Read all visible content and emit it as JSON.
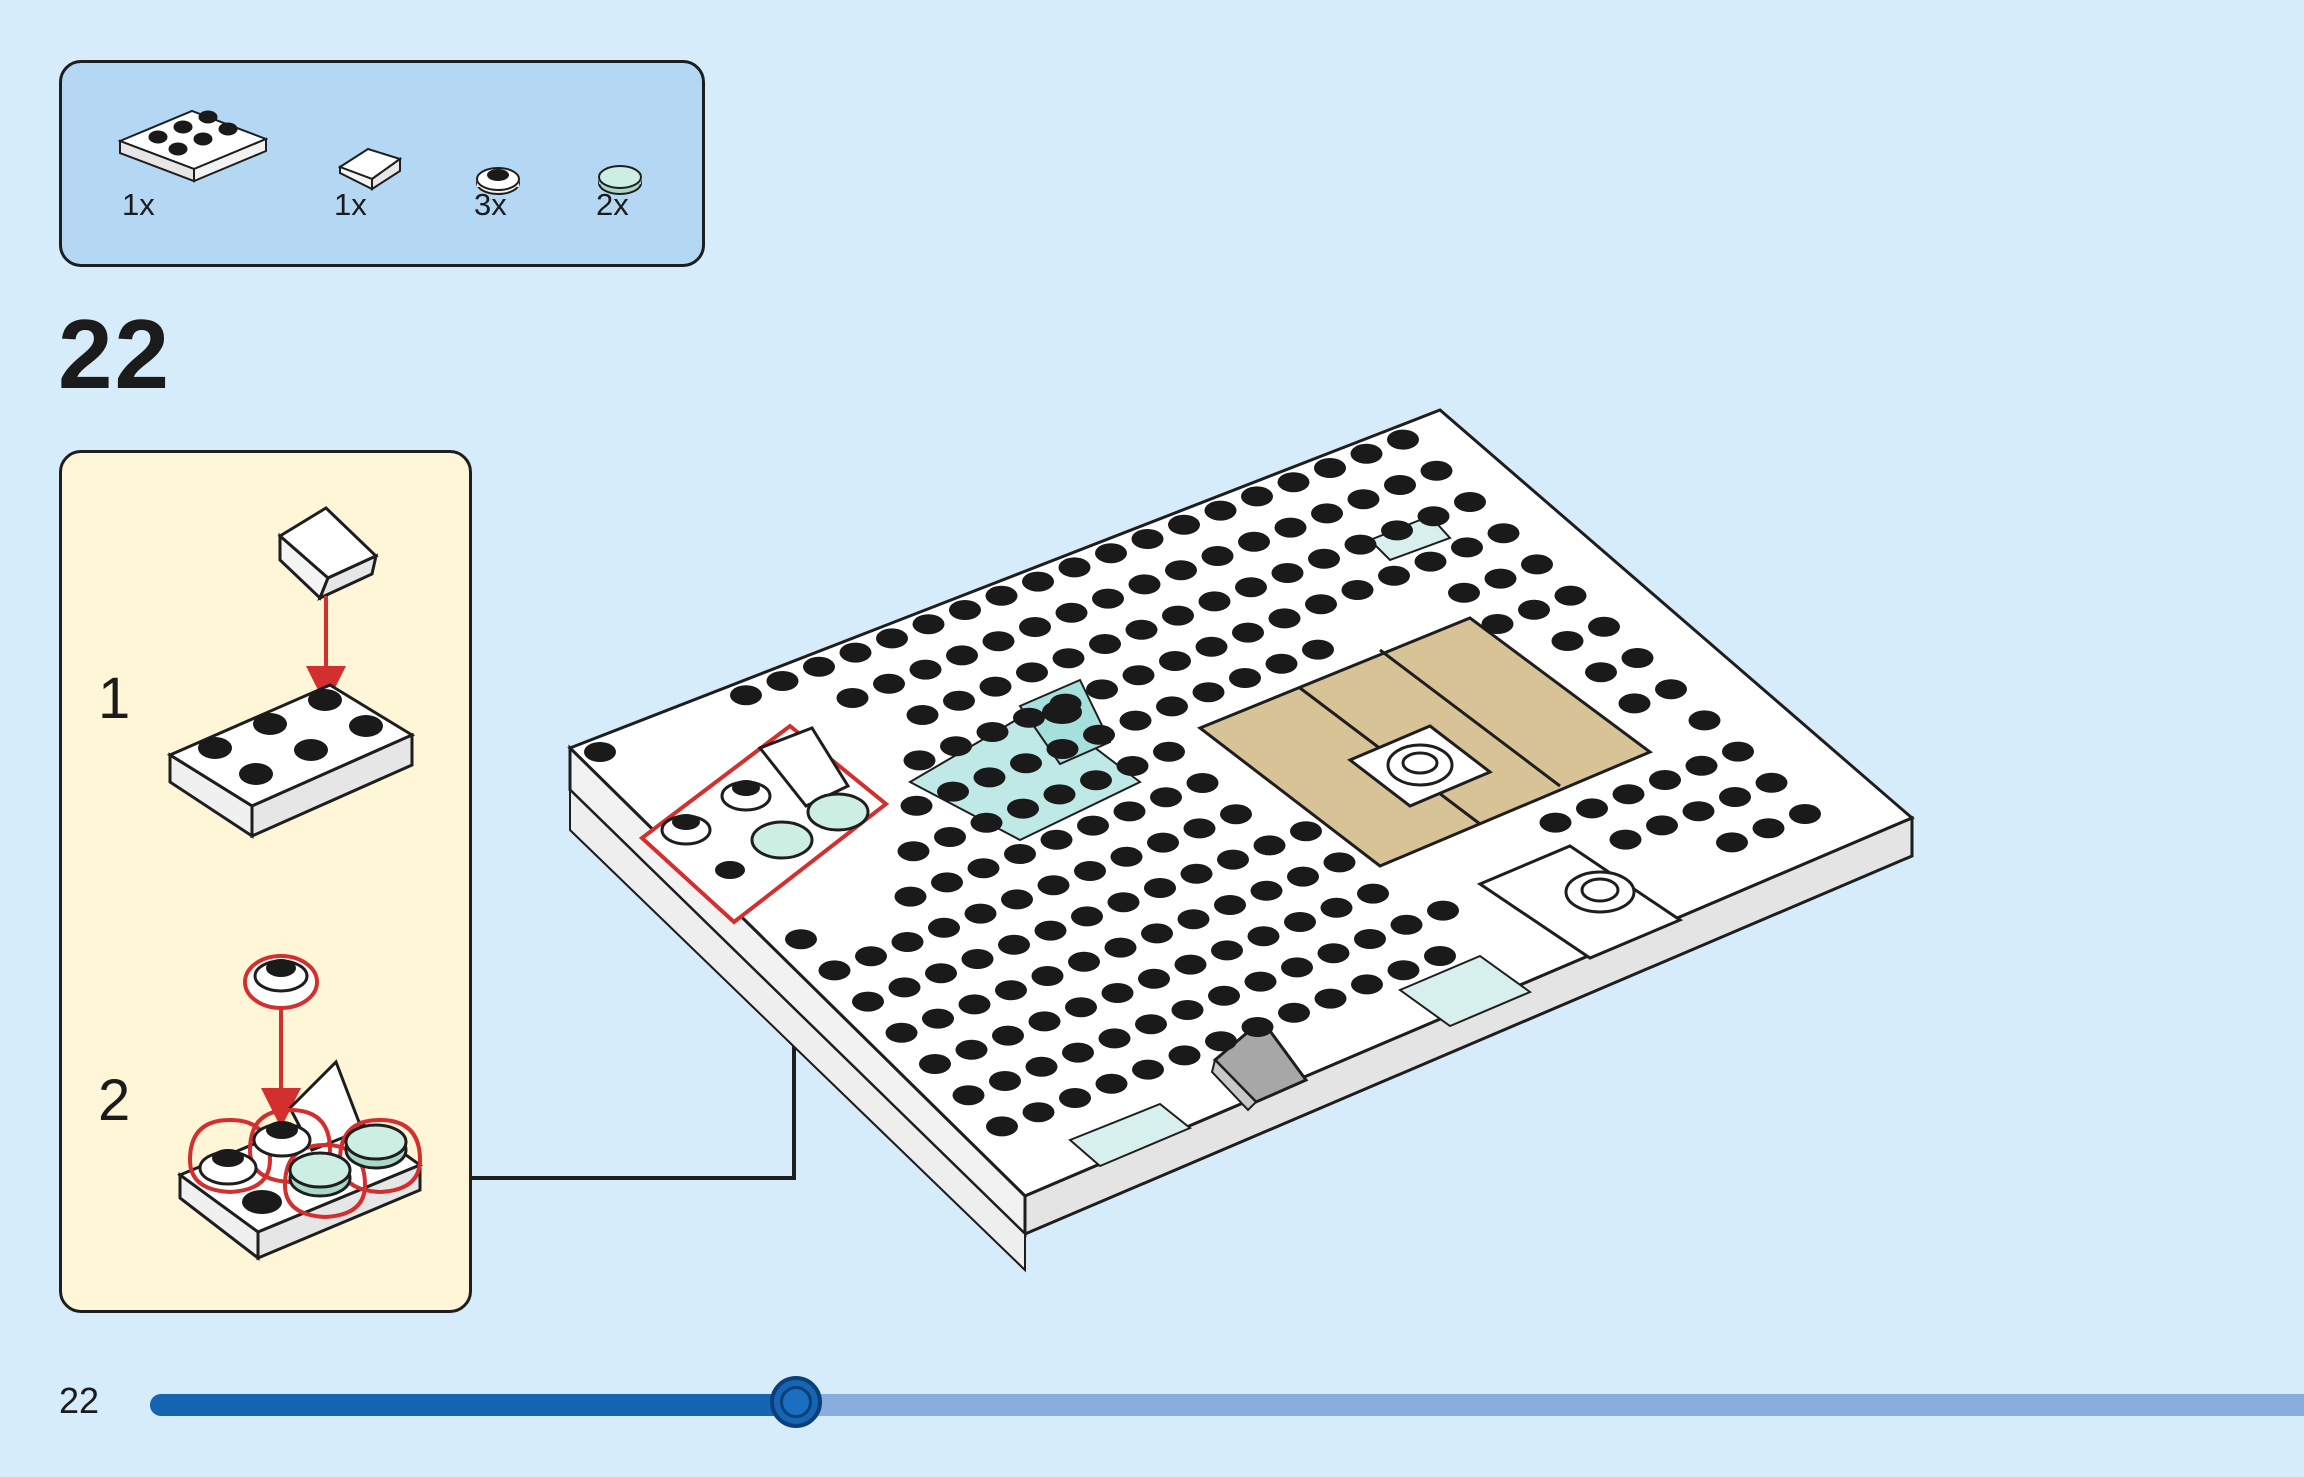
{
  "parts_list": [
    {
      "icon": "white-2x3-plate-icon",
      "qty": "1x"
    },
    {
      "icon": "white-slope-tile-icon",
      "qty": "1x"
    },
    {
      "icon": "white-round-plate-icon",
      "qty": "3x"
    },
    {
      "icon": "light-aqua-round-tile-icon",
      "qty": "2x"
    }
  ],
  "step_number": "22",
  "sub_steps": [
    {
      "label": "1"
    },
    {
      "label": "2"
    }
  ],
  "page_number": "22",
  "progress": {
    "fraction": 0.3
  },
  "colors": {
    "background": "#d6ecfa",
    "parts_panel": "#b4d8f3",
    "substep_panel": "#fff6d8",
    "arrow": "#d32f2f",
    "progress": "#1565b3",
    "progress_track": "#87aedd",
    "tan_tile": "#d8c397",
    "trans_aqua": "#bfe9e6"
  }
}
